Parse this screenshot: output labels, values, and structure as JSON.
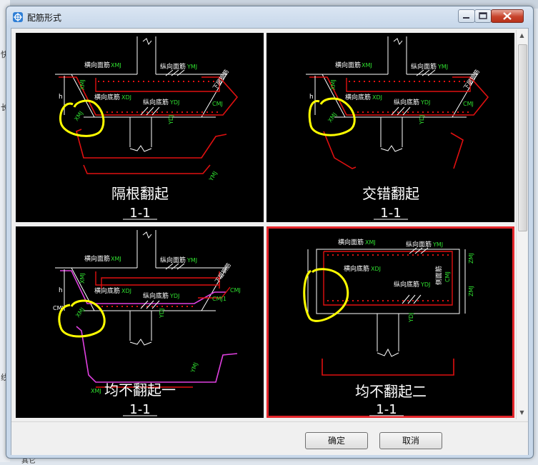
{
  "window": {
    "title": "配筋形式",
    "buttons": {
      "ok": "确定",
      "cancel": "取消"
    }
  },
  "background": {
    "left_fragments": [
      "快",
      "长",
      "线"
    ],
    "bottom_fragment": "其它"
  },
  "colors": {
    "highlight": "#ffff00",
    "selected_border": "#e3262b",
    "rebar_red": "#e01010",
    "label_green": "#30e030",
    "rebar_magenta": "#e040e0"
  },
  "panels": [
    {
      "title": "隔根翻起",
      "section": "1-1",
      "labels": {
        "top_trans": "横向面筋",
        "top_trans_code": "XMJ",
        "top_long": "纵向面筋",
        "top_long_code": "YMJ",
        "bot_trans": "横向底筋",
        "bot_trans_code": "XDJ",
        "bot_long": "纵向底筋",
        "bot_long_code": "YDJ",
        "side": "下层钢筋",
        "cmj": "CMJ",
        "h": "h",
        "xmj_v": "XMJ",
        "ydj_v": "YDJ",
        "xmj_slant": "XMJ",
        "ymj_slant": "YMJ"
      },
      "selected": false
    },
    {
      "title": "交错翻起",
      "section": "1-1",
      "labels": {
        "top_trans": "横向面筋",
        "top_trans_code": "XMJ",
        "top_long": "纵向面筋",
        "top_long_code": "YMJ",
        "bot_trans": "横向底筋",
        "bot_trans_code": "XDJ",
        "bot_long": "纵向底筋",
        "bot_long_code": "YDJ",
        "side": "下层钢筋",
        "cmj": "CMJ",
        "h": "h",
        "xmj_v": "XMJ",
        "ydj_v": "YDJ",
        "xmj_slant": "XMJ"
      },
      "selected": false
    },
    {
      "title": "均不翻起一",
      "section": "1-1",
      "labels": {
        "top_trans": "横向面筋",
        "top_trans_code": "XMJ",
        "top_long": "纵向面筋",
        "top_long_code": "YMJ",
        "bot_trans": "横向底筋",
        "bot_trans_code": "XDJ",
        "bot_long": "纵向底筋",
        "bot_long_code": "YDJ",
        "side": "下层钢筋",
        "cmj": "CMJ",
        "cmj_side": "CMJ",
        "cmj1": "CMJ1",
        "h": "h",
        "xmj_v": "XMJ",
        "ydj_v": "YDJ",
        "xmj_slant": "XMJ",
        "ymj_slant": "YMJ",
        "xmj_bottom": "XMJ"
      },
      "selected": false
    },
    {
      "title": "均不翻起二",
      "section": "1-1",
      "labels": {
        "top_trans": "横向面筋",
        "top_trans_code": "XMJ",
        "top_long": "纵向面筋",
        "top_long_code": "YMJ",
        "bot_trans": "横向底筋",
        "bot_trans_code": "XDJ",
        "bot_long": "纵向底筋",
        "bot_long_code": "YDJ",
        "side_face": "侧面筋",
        "cmj": "CMJ",
        "zmj_top": "ZMJ",
        "zmj_bot": "ZMJ",
        "ydj_v": "YDJ"
      },
      "selected": true
    }
  ]
}
